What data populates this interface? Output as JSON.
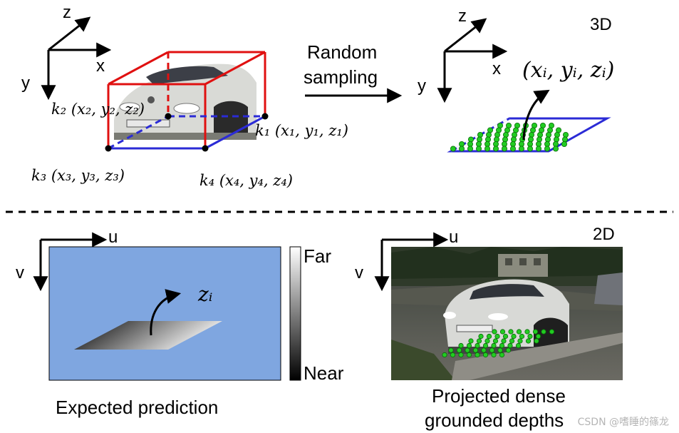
{
  "top": {
    "section_label": "3D",
    "axes_left": {
      "z": "z",
      "x": "x",
      "y": "y"
    },
    "axes_right": {
      "z": "z",
      "x": "x",
      "y": "y"
    },
    "arrow_label_line1": "Random",
    "arrow_label_line2": "sampling",
    "k1": "k₁ (x₁, y₁, z₁)",
    "k2": "k₂ (x₂, y₂, z₂)",
    "k3": "k₃ (x₃, y₃, z₃)",
    "k4": "k₄ (x₄, y₄, z₄)",
    "sample_point": "(xᵢ, yᵢ, zᵢ)"
  },
  "bottom": {
    "section_label": "2D",
    "axes_left": {
      "u": "u",
      "v": "v"
    },
    "axes_right": {
      "u": "u",
      "v": "v"
    },
    "depth_label": "zᵢ",
    "colorbar_far": "Far",
    "colorbar_near": "Near",
    "caption_left": "Expected prediction",
    "caption_right_line1": "Projected dense",
    "caption_right_line2": "grounded depths"
  },
  "watermark": "CSDN @嗜睡的篠龙",
  "colors": {
    "box_red": "#e01010",
    "box_blue": "#2b2bd6",
    "dot_green": "#22cc22",
    "panel_blue": "#7fa6e0"
  }
}
